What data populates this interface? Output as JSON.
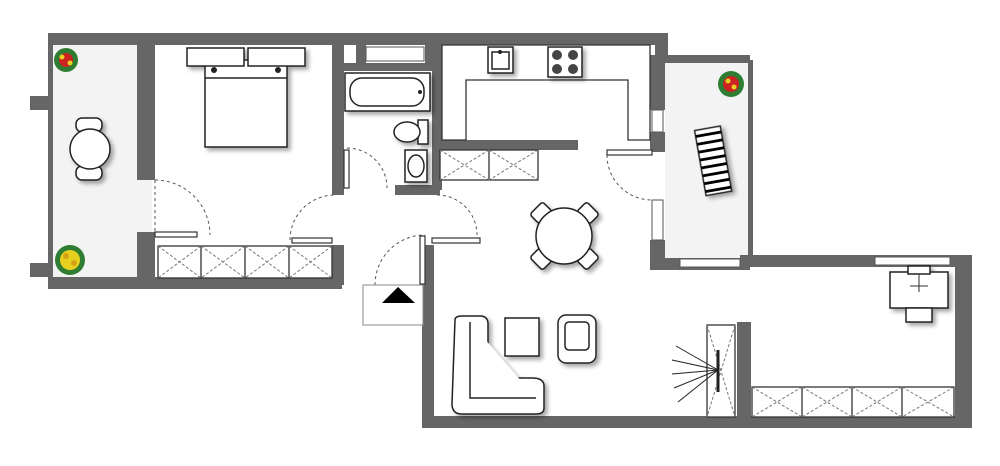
{
  "plan": {
    "rooms": [
      "balcony-left",
      "bedroom",
      "bathroom",
      "kitchen",
      "balcony-right",
      "hallway",
      "living-room",
      "study-corner"
    ],
    "icons": {
      "entrance": "entrance-arrow-icon",
      "plants": "potted-plant-icon",
      "bed": "double-bed-icon",
      "bathtub": "bathtub-icon",
      "toilet": "toilet-icon",
      "sink": "sink-icon",
      "stove": "stove-icon",
      "sunbed": "sun-lounger-icon",
      "table": "round-table-icon",
      "sofa": "corner-sofa-icon",
      "armchair": "armchair-icon",
      "desk": "desk-icon",
      "lamp": "floor-lamp-icon"
    },
    "colors": {
      "wall": "#666666",
      "balcony_floor": "#f3f3f3",
      "flower_red": "#cc2222",
      "flower_yellow": "#e8d020",
      "leaf_green": "#2e7d32"
    }
  }
}
